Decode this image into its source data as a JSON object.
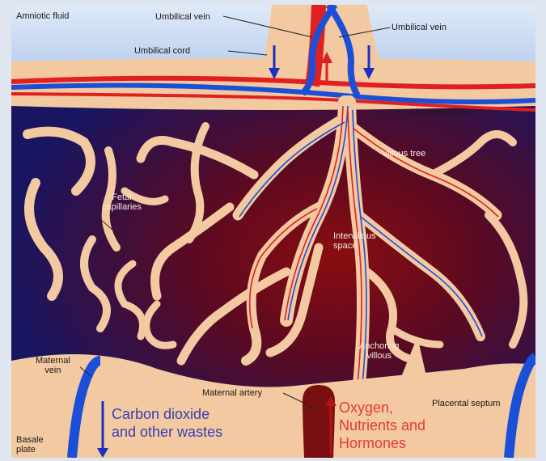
{
  "labels": {
    "amniotic_fluid": "Amniotic fluid",
    "umbilical_vein_1": "Umbilical vein",
    "umbilical_vein_2": "Umbilical vein",
    "umbilical_cord": "Umbilical cord",
    "chorionic_plate": "Chorionic plate",
    "villous_tree": "Villous tree",
    "fetal_capillaries": "Fetal\ncapillaries",
    "intervillous_space": "Intervillous\nspace",
    "anchoring_villous": "Anchoring\nvillous",
    "maternal_vein": "Maternal\nvein",
    "maternal_artery": "Maternal artery",
    "placental_septum": "Placental septum",
    "basale_plate": "Basale\nplate",
    "co2_text": "Carbon dioxide\nand other wastes",
    "o2_text": "Oxygen,\nNutrients and\nHormones"
  },
  "colors": {
    "artery_red": "#e02020",
    "vein_blue": "#1c4fd8",
    "tissue": "#f2c9a0",
    "space_dark": "#1a1560",
    "space_red": "#7a0f12",
    "text_blue": "#3b3fb0",
    "text_red": "#e53a3a"
  }
}
